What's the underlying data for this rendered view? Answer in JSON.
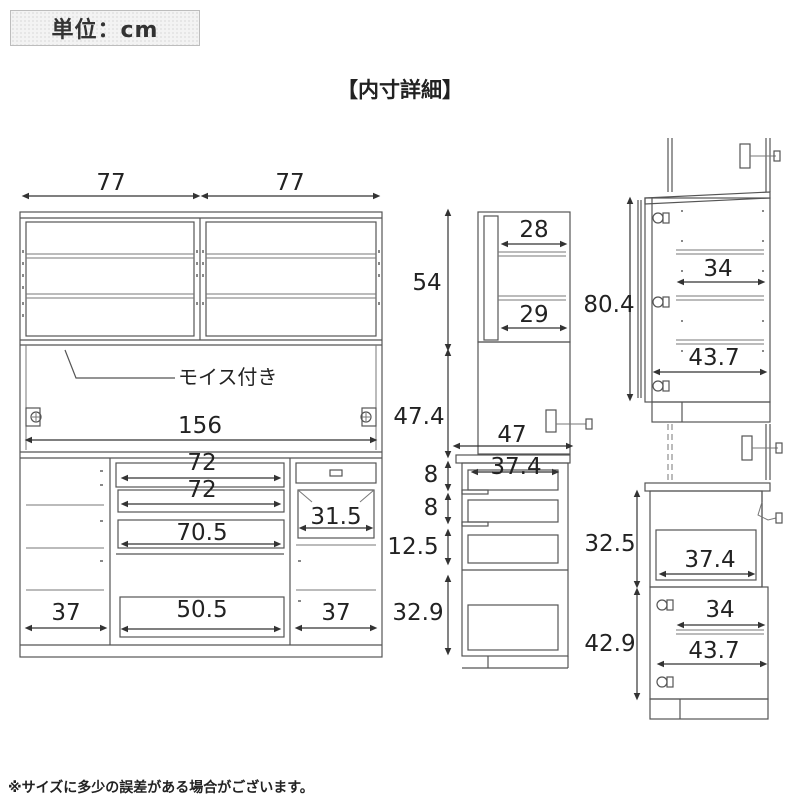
{
  "unit_label": "単位：cm",
  "title": "【内寸詳細】",
  "note": "※サイズに多少の誤差がある場合がございます。",
  "labels": {
    "moist": "モイス付き"
  },
  "front_dims": {
    "top_left_width": "77",
    "top_right_width": "77",
    "total_width": "156",
    "drawer1_width": "72",
    "drawer2_width": "72",
    "drawer3_width": "70.5",
    "small_drawer_width": "31.5",
    "bottom_center_width": "50.5",
    "left_cabinet_width": "37",
    "right_cabinet_width": "37"
  },
  "side_dims": {
    "upper_height": "54",
    "middle_height": "47.4",
    "depth": "47",
    "upper_depth_top": "28",
    "upper_depth_bottom": "29",
    "drawer_depth": "37.4",
    "drawer1_height": "8",
    "drawer2_height": "8",
    "drawer3_height": "12.5",
    "drawer4_height": "32.9"
  },
  "right_dims": {
    "upper_height": "80.4",
    "upper_shelf_depth": "34",
    "upper_full_depth": "43.7",
    "lower_upper_height": "32.5",
    "lower_upper_depth": "37.4",
    "lower_height": "42.9",
    "lower_shelf_depth": "34",
    "lower_full_depth": "43.7"
  },
  "icons": [
    "outlet-plug-icon",
    "hinge-icon",
    "cable-icon"
  ]
}
